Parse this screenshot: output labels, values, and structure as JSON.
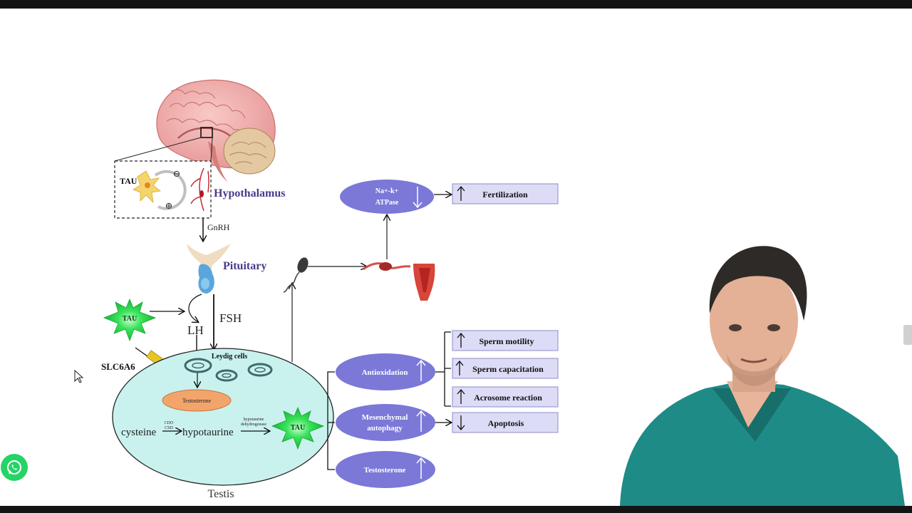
{
  "labels": {
    "tau": "TAU",
    "hypothalamus": "Hypothalamus",
    "gnrh": "GnRH",
    "pituitary": "Pituitary",
    "fsh": "FSH",
    "lh": "LH",
    "slc6a6": "SLC6A6",
    "leydig_cells": "Leydig cells",
    "testosterone_small": "Testosterone",
    "cdo": "CDO",
    "csd": "CSD",
    "cysteine": "cysteine",
    "hypotaurine": "hypotaurine",
    "hypotaurine_dehydrogenase_1": "hypotaurine",
    "hypotaurine_dehydrogenase_2": "dehydrogenase",
    "testis": "Testis",
    "minus": "⊖",
    "plus": "⊕"
  },
  "nodes": {
    "na_k_atpase_1": "Na+-k+",
    "na_k_atpase_2": "ATPase",
    "antioxidation": "Antioxidation",
    "mesenchymal_1": "Mesenchymal",
    "mesenchymal_2": "autophagy",
    "testosterone": "Testosterone"
  },
  "outcomes": {
    "fertilization": "Fertilization",
    "sperm_motility": "Sperm motility",
    "sperm_capacitation": "Sperm capacitation",
    "acrosome_reaction": "Acrosome reaction",
    "apoptosis": "Apoptosis"
  },
  "colors": {
    "node_purple": "#7b78d8",
    "outcome_fill": "#dcdcf6",
    "outcome_border": "#8c8cc8",
    "testis_fill": "#c9f2ee",
    "tau_green": "#2fd84e",
    "hypothalamus_text": "#4a3a8a",
    "testosterone_oval": "#f2a46a",
    "transporter_yellow": "#e6c623"
  },
  "icons": {
    "whatsapp": "whatsapp-icon",
    "cursor": "mouse-cursor-icon"
  }
}
